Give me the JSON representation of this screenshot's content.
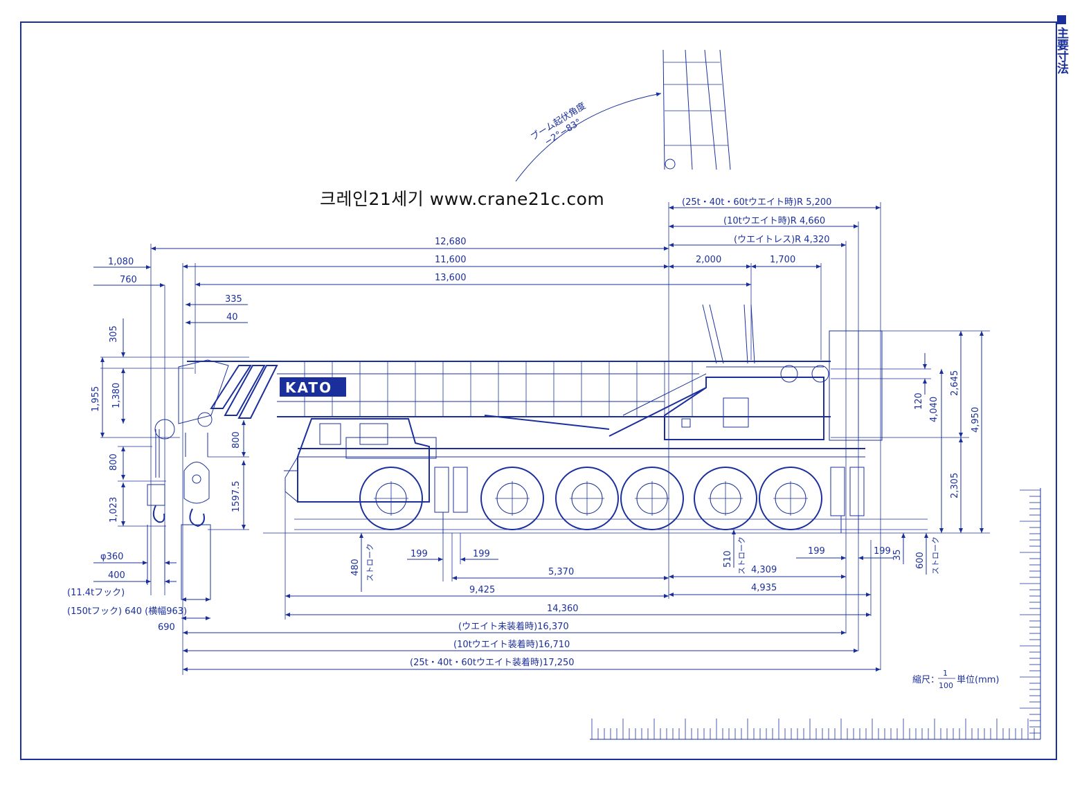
{
  "section_title": "主要寸法",
  "watermark": "크레인21세기 www.crane21c.com",
  "logo_text": "KATO",
  "boom_angle": {
    "line1": "ブーム起伏角度",
    "line2": "−2°−83°"
  },
  "scale": {
    "prefix": "縮尺：",
    "numerator": "1",
    "denominator": "100",
    "unit": "単位(mm)"
  },
  "radius": {
    "r5200": "(25t・40t・60tウエイト時)R 5,200",
    "r4660": "(10tウエイト時)R 4,660",
    "r4320": "(ウエイトレス)R 4,320"
  },
  "top_dims": {
    "d12680": "12,680",
    "d11600": "11,600",
    "d13600": "13,600",
    "d2000": "2,000",
    "d1700": "1,700"
  },
  "left_dims": {
    "d1080": "1,080",
    "d760": "760",
    "d335": "335",
    "d40": "40",
    "d305": "305",
    "d1955": "1,955",
    "d1380": "1,380",
    "d800a": "800",
    "d1023": "1,023",
    "d800b": "800",
    "d1597": "1597.5"
  },
  "right_dims": {
    "d2645": "2,645",
    "d4040": "4,040",
    "d4950": "4,950",
    "d120": "120",
    "d2305": "2,305"
  },
  "hook_dims": {
    "phi360": "φ360",
    "d400": "400",
    "hook11": "(11.4tフック)",
    "hook150": "(150tフック) 640 (横幅963)",
    "d690": "690"
  },
  "bottom_dims": {
    "d480": "480",
    "stroke": "ストローク",
    "d199a": "199",
    "d199b": "199",
    "d510": "510",
    "d199c": "199",
    "d199d": "199",
    "d35": "35",
    "d600": "600",
    "d5370": "5,370",
    "d4309": "4,309",
    "d9425": "9,425",
    "d4935": "4,935",
    "d14360": "14,360",
    "d16370": "(ウエイト未装着時)16,370",
    "d16710": "(10tウエイト装着時)16,710",
    "d17250": "(25t・40t・60tウエイト装着時)17,250"
  },
  "colors": {
    "ink": "#1a2f9c",
    "paper": "#ffffff"
  }
}
